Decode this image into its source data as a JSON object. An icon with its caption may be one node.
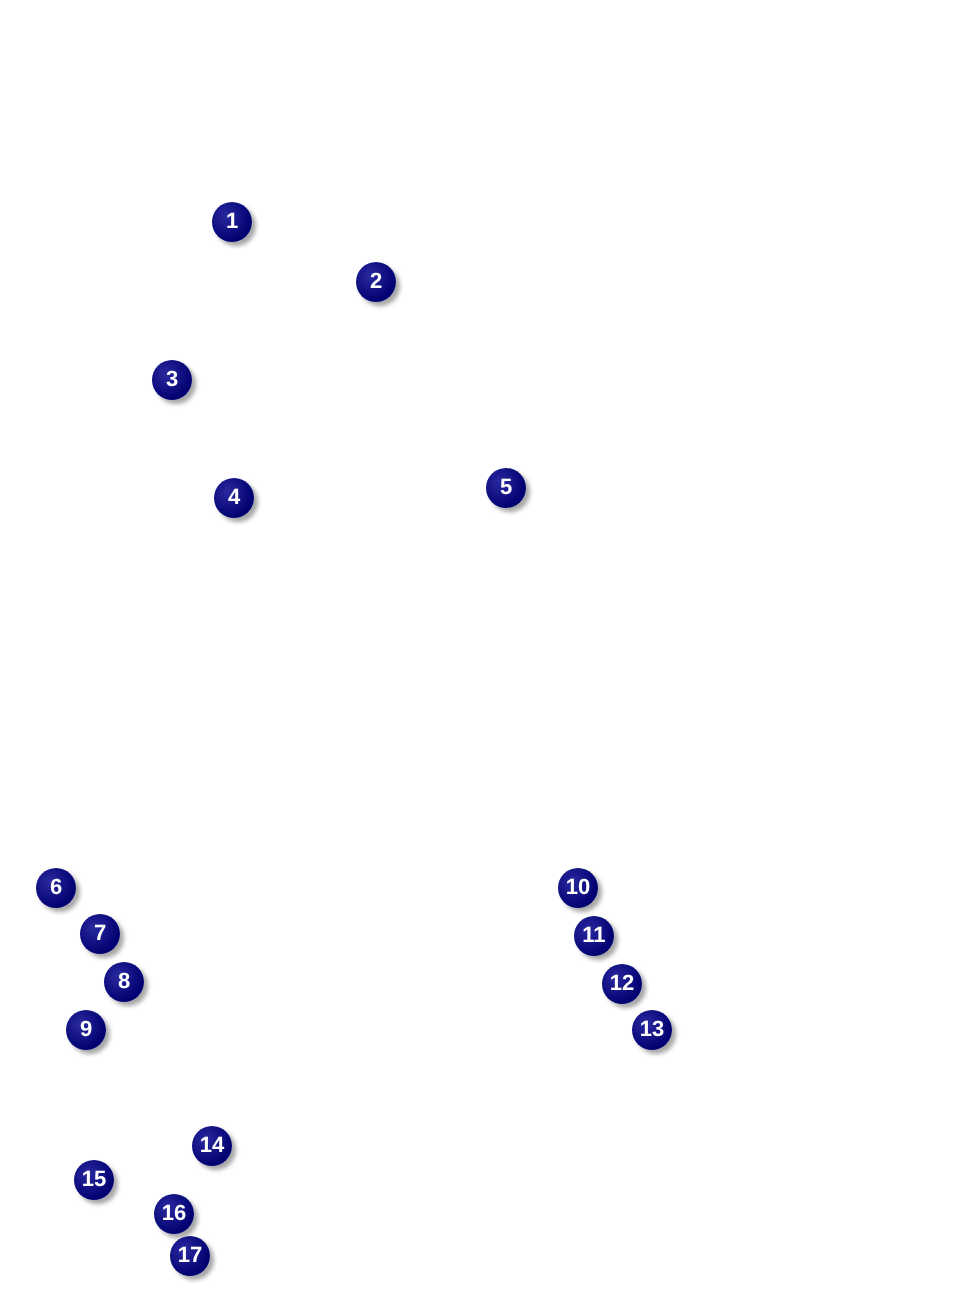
{
  "diagram": {
    "labels": [
      "1",
      "2",
      "3",
      "4",
      "5",
      "6",
      "7",
      "8",
      "9",
      "10",
      "11",
      "12",
      "13",
      "14",
      "15",
      "16",
      "17"
    ]
  }
}
